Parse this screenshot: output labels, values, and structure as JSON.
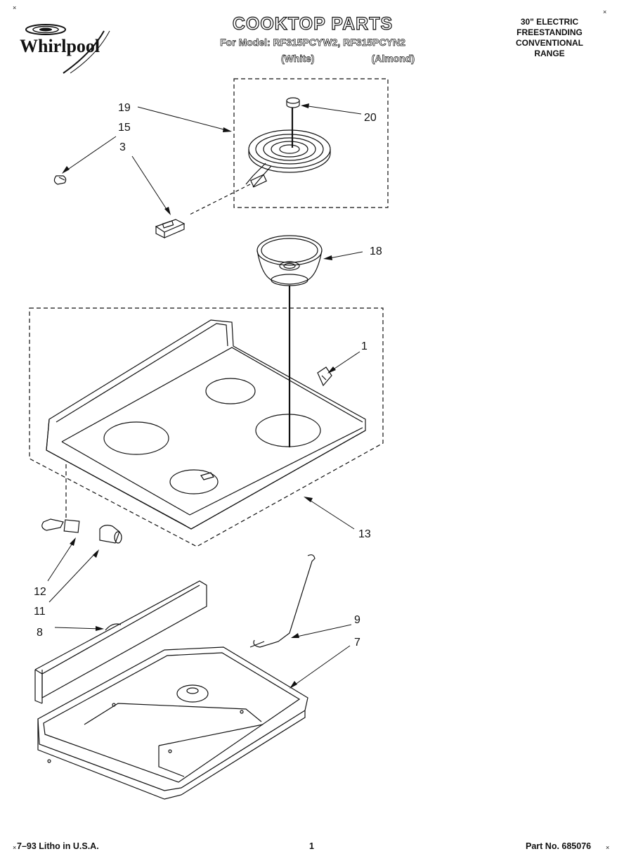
{
  "brand": {
    "name": "Whirlpool"
  },
  "header": {
    "title": "COOKTOP PARTS",
    "model_line": "For Model: RF315PCYW2, RF315PCYN2",
    "variant_white": "(White)",
    "variant_almond": "(Almond)",
    "range_type": [
      "30\" ELECTRIC",
      "FREESTANDING",
      "CONVENTIONAL",
      "RANGE"
    ]
  },
  "callouts": [
    "19",
    "15",
    "3",
    "20",
    "18",
    "1",
    "13",
    "12",
    "11",
    "8",
    "9",
    "7"
  ],
  "footer": {
    "litho": "7–93 Litho in U.S.A.",
    "page": "1",
    "part_no": "Part No. 685076"
  },
  "marks": {
    "corner": "×"
  }
}
